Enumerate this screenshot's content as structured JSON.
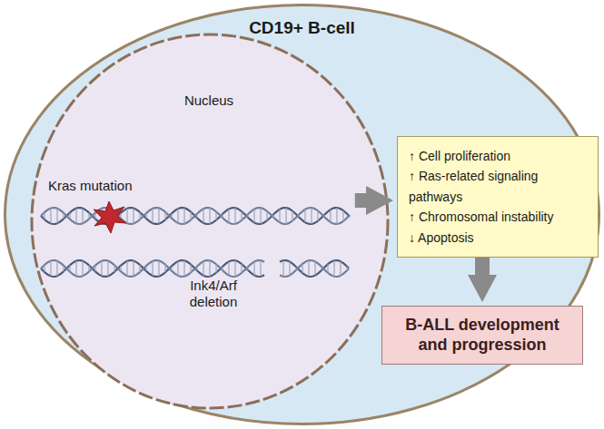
{
  "diagram": {
    "nodes": [
      {
        "text": [
          "CD19+ B-cell"
        ]
      },
      {
        "text": [
          "Nucleus",
          "Kras mutation",
          "Ink4/Arf deletion"
        ],
        "in": 0
      },
      {
        "text": [
          "↑ Cell proliferation",
          "↑ Ras-related signaling pathways",
          "↑ Chromosomal instability",
          "↓ Apoptosis"
        ],
        "in": 0
      },
      {
        "text": [
          "B-ALL development and progression"
        ],
        "in": 0
      }
    ],
    "edges": [
      {
        "from": 1,
        "to": 2,
        "arrow": "to"
      },
      {
        "from": 2,
        "to": 3,
        "arrow": "to"
      }
    ]
  }
}
